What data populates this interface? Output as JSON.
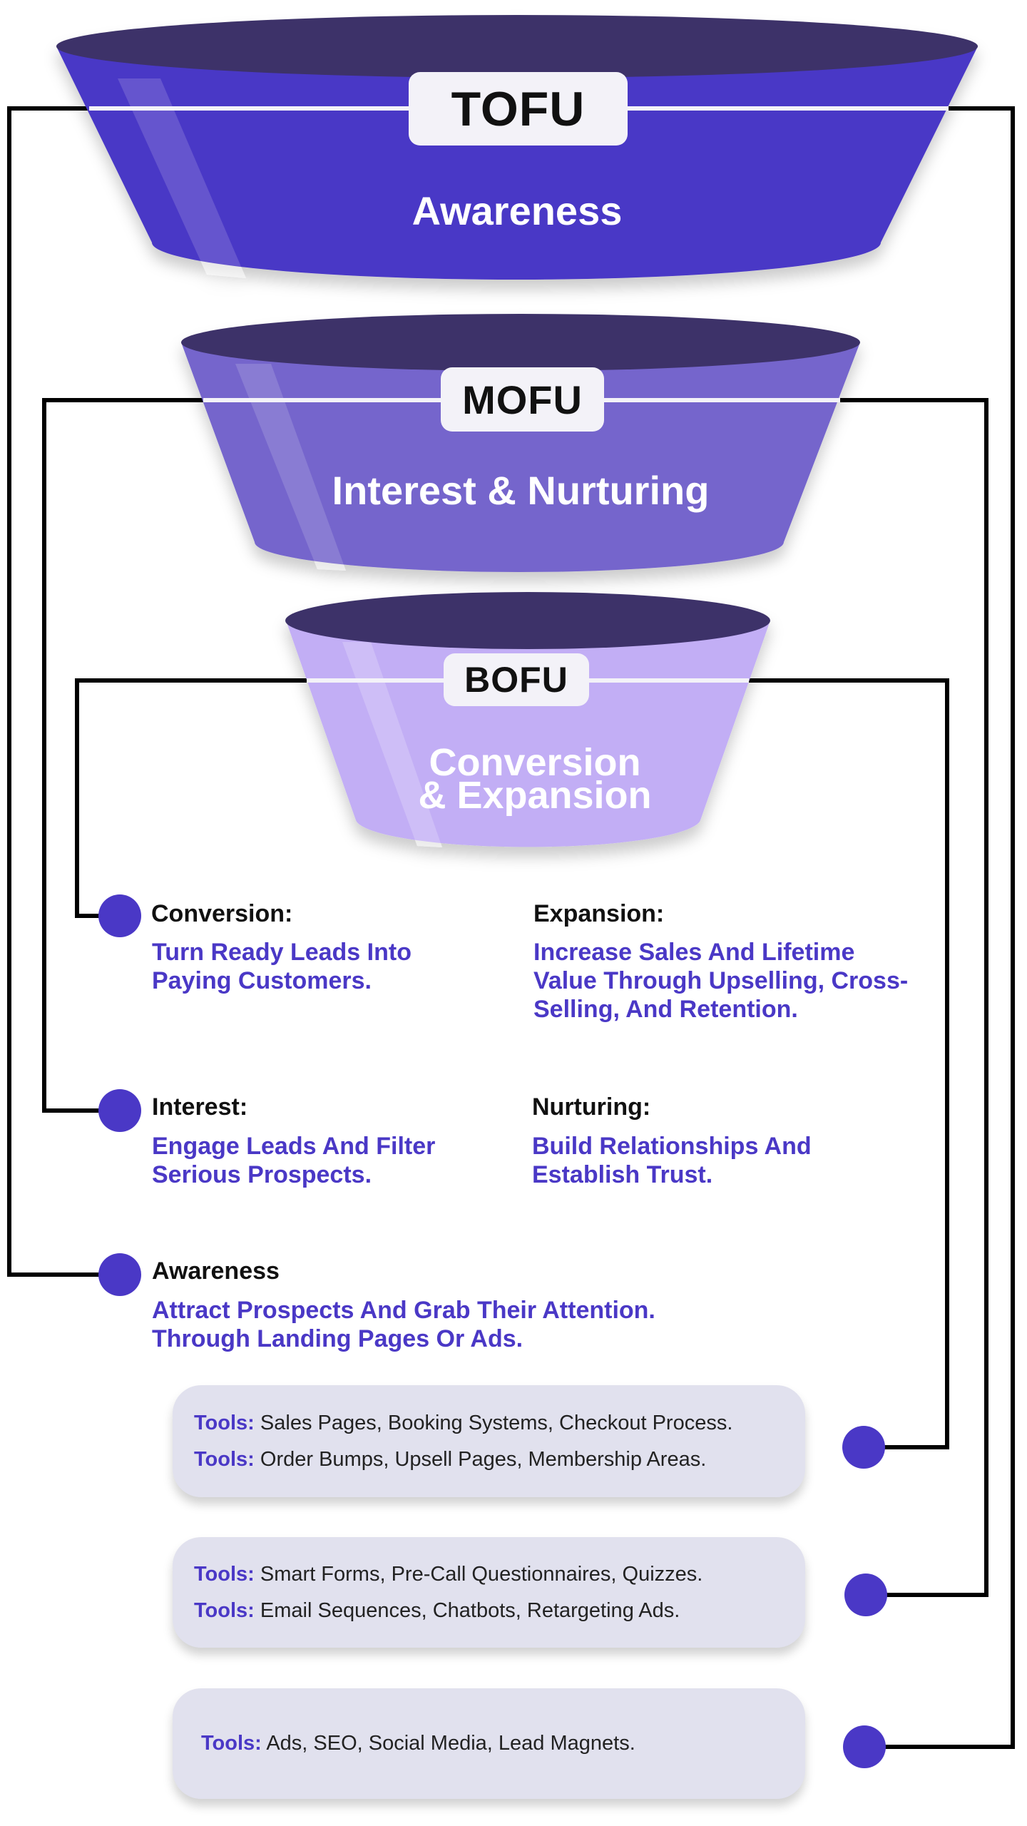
{
  "colors": {
    "tofu": "#4a38c6",
    "mofu": "#7565cc",
    "bofu": "#c2aef5",
    "rim": "#3d3169",
    "accent": "#4a38c6",
    "box": "#e1e1ee"
  },
  "funnel": [
    {
      "tag": "TOFU",
      "stage": "Awareness"
    },
    {
      "tag": "MOFU",
      "stage": "Interest & Nurturing"
    },
    {
      "tag": "BOFU",
      "stage_line1": "Conversion",
      "stage_line2": "& Expansion"
    }
  ],
  "details": {
    "conversion": {
      "title": "Conversion:",
      "body": "Turn Ready Leads Into Paying Customers."
    },
    "expansion": {
      "title": "Expansion:",
      "body": "Increase Sales And Lifetime Value Through Upselling, Cross-Selling, And Retention."
    },
    "interest": {
      "title": "Interest:",
      "body": "Engage Leads And Filter Serious Prospects."
    },
    "nurturing": {
      "title": "Nurturing:",
      "body": "Build Relationships And Establish Trust."
    },
    "awareness": {
      "title": "Awareness",
      "body": "Attract Prospects And Grab Their Attention. Through Landing Pages Or Ads."
    }
  },
  "tools": {
    "label": "Tools:",
    "bofu": [
      "Sales Pages, Booking Systems, Checkout Process.",
      "Order Bumps, Upsell Pages, Membership Areas."
    ],
    "mofu": [
      "Smart Forms, Pre-Call Questionnaires, Quizzes.",
      "Email Sequences, Chatbots, Retargeting Ads."
    ],
    "tofu": [
      "Ads, SEO, Social Media, Lead Magnets."
    ]
  }
}
